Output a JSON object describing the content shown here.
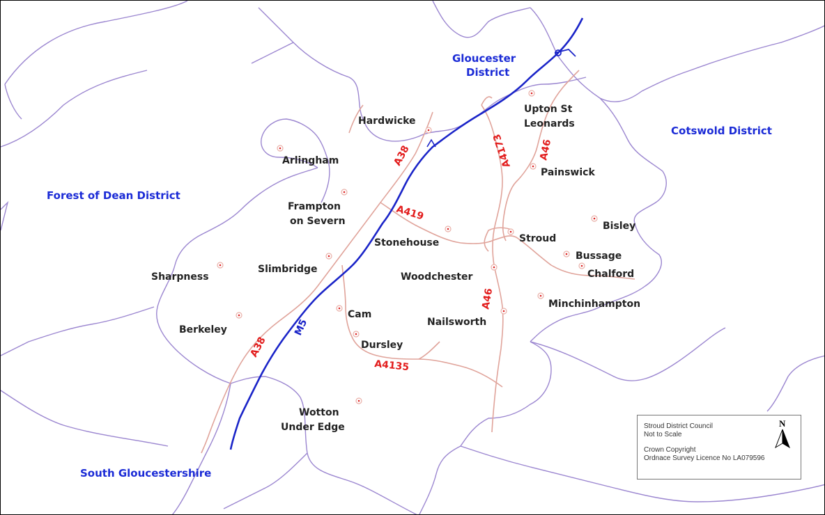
{
  "map": {
    "districts": {
      "gloucester": [
        "Gloucester",
        "District"
      ],
      "cotswold": "Cotswold District",
      "forest_of_dean": "Forest of Dean District",
      "south_glos": "South Gloucestershire"
    },
    "towns": {
      "hardwicke": "Hardwicke",
      "upton": [
        "Upton St",
        "Leonards"
      ],
      "arlingham": "Arlingham",
      "painswick": "Painswick",
      "frampton": [
        "Frampton",
        "on Severn"
      ],
      "bisley": "Bisley",
      "stroud": "Stroud",
      "stonehouse": "Stonehouse",
      "bussage": "Bussage",
      "chalford": "Chalford",
      "sharpness": "Sharpness",
      "slimbridge": "Slimbridge",
      "woodchester": "Woodchester",
      "minchinhampton": "Minchinhampton",
      "cam": "Cam",
      "nailsworth": "Nailsworth",
      "berkeley": "Berkeley",
      "dursley": "Dursley",
      "wotton": [
        "Wotton",
        "Under Edge"
      ]
    },
    "roads": {
      "a38_north": "A38",
      "a38_south": "A38",
      "a4173": "A4173",
      "a46_north": "A46",
      "a46_south": "A46",
      "a419": "A419",
      "a4135": "A4135",
      "m5": "M5"
    },
    "colors": {
      "boundary": "#9b86d0",
      "road": "#e0a39a",
      "motorway": "#1a24c8",
      "road_label": "#e21c1c",
      "district_label": "#1b2bd6"
    }
  },
  "legend": {
    "line1": "Stroud District Council",
    "line2": "Not to Scale",
    "line3": "Crown Copyright",
    "line4": "Ordnace Survey Licence No LA079596",
    "north": "N"
  }
}
